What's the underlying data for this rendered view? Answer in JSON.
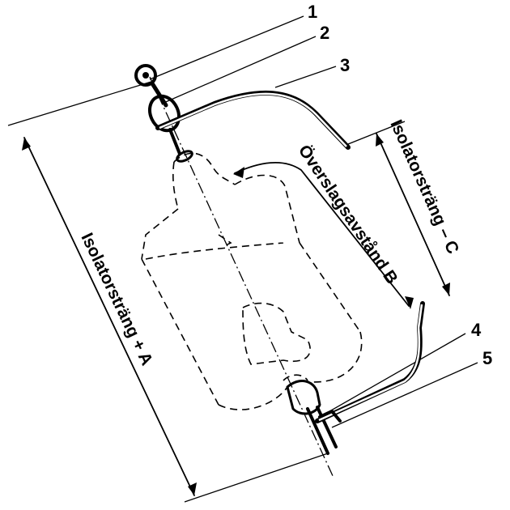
{
  "labels": {
    "callouts": [
      "1",
      "2",
      "3",
      "4",
      "5"
    ],
    "string_plus_a": "Isolatorsträng + A",
    "flashover_b": "Överslagsavstånd B",
    "string_minus_c": "Isolatorsträng – C"
  },
  "colors": {
    "ink": "#000000",
    "background": "#ffffff"
  }
}
